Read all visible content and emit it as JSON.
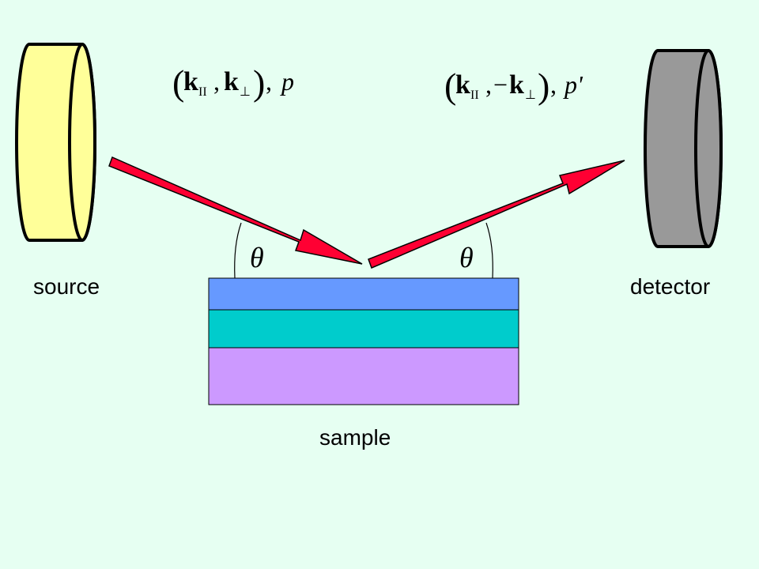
{
  "labels": {
    "source": "source",
    "detector": "detector",
    "sample": "sample",
    "angle_left": "θ",
    "angle_right": "θ"
  },
  "incident_formula": {
    "open": "(",
    "k_parallel": "k",
    "sub_parallel": "II",
    "comma": ",",
    "k_perp": "k",
    "sub_perp": "⊥",
    "close": ")",
    "sep": ",",
    "momentum": "p"
  },
  "reflected_formula": {
    "open": "(",
    "k_parallel": "k",
    "sub_parallel": "II",
    "comma": ",",
    "minus": "−",
    "k_perp": "k",
    "sub_perp": "⊥",
    "close": ")",
    "sep": ",",
    "momentum": "p'"
  },
  "colors": {
    "background": "#e6fff2",
    "source_fill": "#ffff99",
    "detector_fill": "#999999",
    "beam": "#ff0033",
    "layer_top": "#6699ff",
    "layer_middle": "#00cccc",
    "layer_bottom": "#cc99ff"
  }
}
